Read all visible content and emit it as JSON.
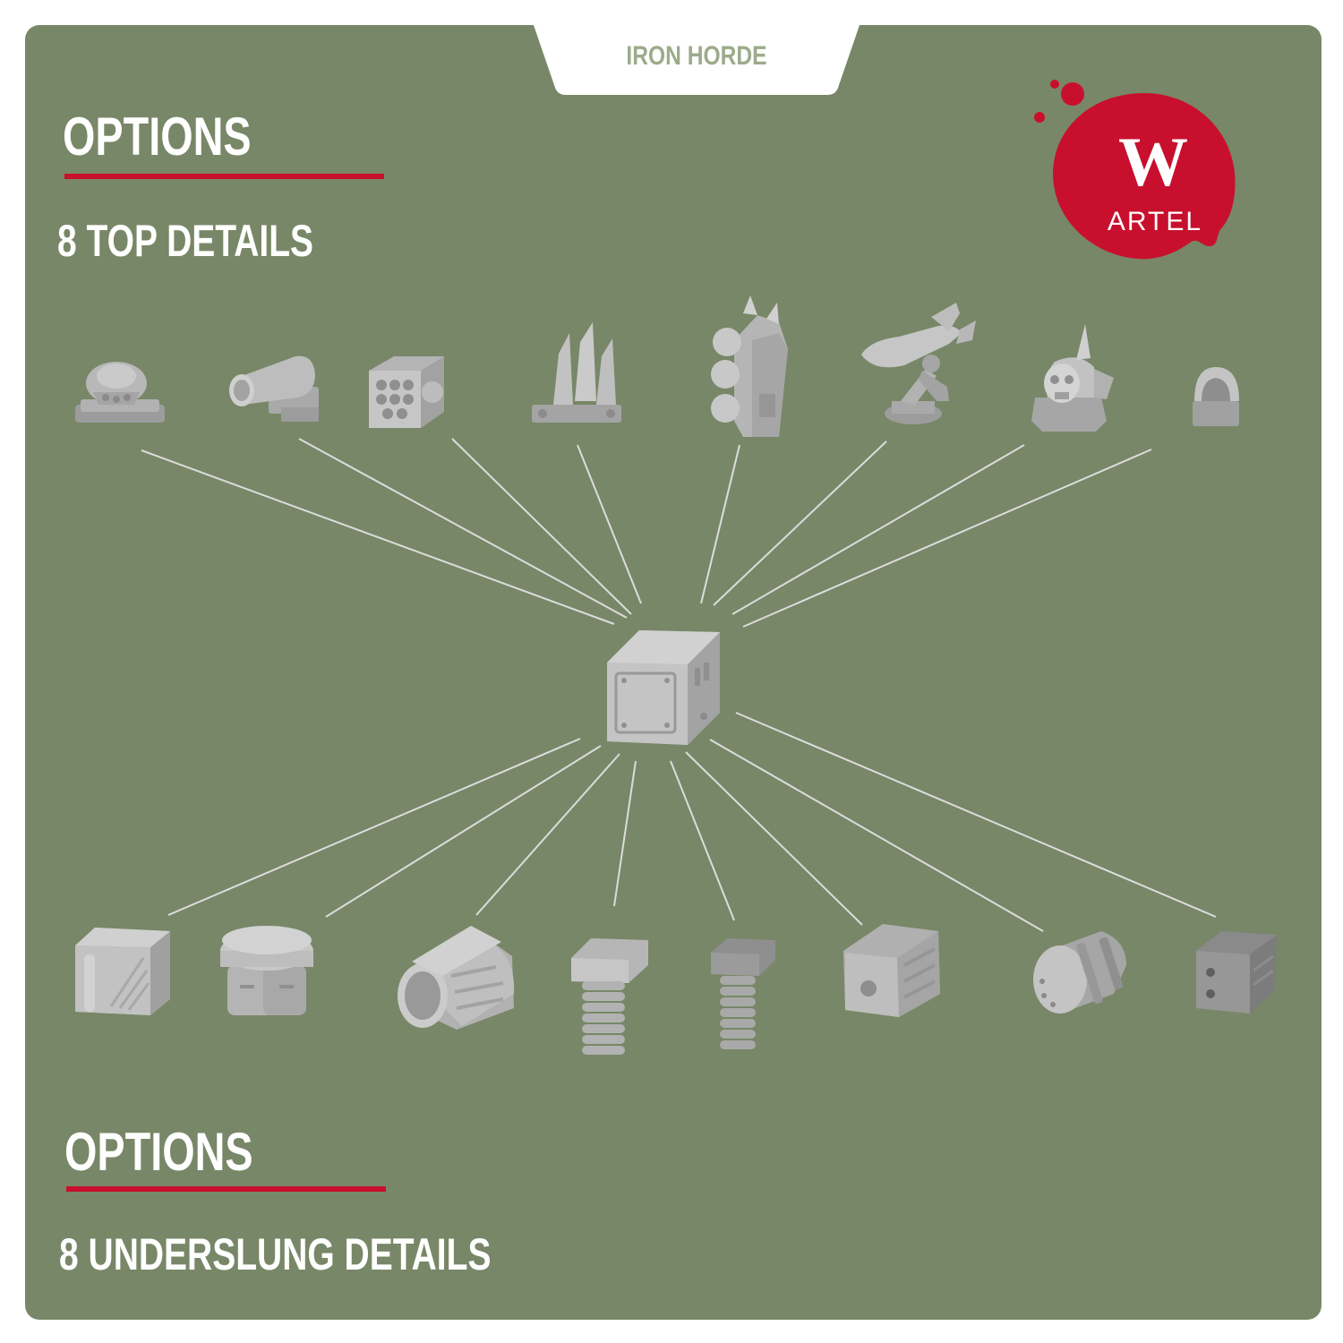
{
  "tab": {
    "label": "IRON HORDE"
  },
  "top_section": {
    "heading": "OPTIONS",
    "subheading": "8 TOP DETAILS"
  },
  "bottom_section": {
    "heading": "OPTIONS",
    "subheading": "8 UNDERSLUNG DETAILS"
  },
  "logo": {
    "letter": "W",
    "text": "ARTEL"
  },
  "colors": {
    "background": "#788767",
    "accent": "#c8102e",
    "tab_text": "#9cab8b",
    "part_gray": "#b5b5b5",
    "connector": "#dcdcdc"
  },
  "top_details": [
    {
      "icon": "skull-grille-detail-icon"
    },
    {
      "icon": "searchlight-detail-icon"
    },
    {
      "icon": "rocket-pod-detail-icon"
    },
    {
      "icon": "spikes-detail-icon"
    },
    {
      "icon": "armored-launcher-detail-icon"
    },
    {
      "icon": "missile-launcher-detail-icon"
    },
    {
      "icon": "skull-horn-detail-icon"
    },
    {
      "icon": "dome-detail-icon"
    }
  ],
  "underslung_details": [
    {
      "icon": "ammo-box-detail-icon"
    },
    {
      "icon": "twin-canister-detail-icon"
    },
    {
      "icon": "drum-detail-icon"
    },
    {
      "icon": "bullet-belt-detail-icon"
    },
    {
      "icon": "dark-bullet-belt-detail-icon"
    },
    {
      "icon": "gear-housing-detail-icon"
    },
    {
      "icon": "bomb-detail-icon"
    },
    {
      "icon": "dark-block-detail-icon"
    }
  ],
  "center_part": {
    "icon": "central-box-icon"
  }
}
